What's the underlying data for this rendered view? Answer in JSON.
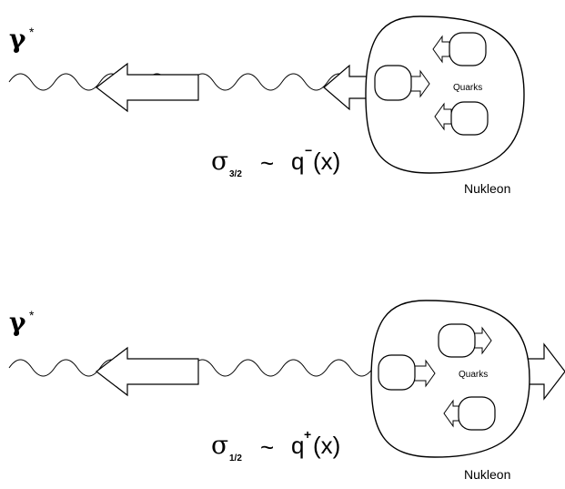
{
  "panels": [
    {
      "photon_symbol": "γ",
      "photon_star": "*",
      "sigma": "σ",
      "sigma_sub": "3/2",
      "tilde": "~",
      "q": "q",
      "q_sup": "−",
      "x_arg": "(x)",
      "quarks_label": "Quarks",
      "nucleon_label": "Nukleon"
    },
    {
      "photon_symbol": "γ",
      "photon_star": "*",
      "sigma": "σ",
      "sigma_sub": "1/2",
      "tilde": "~",
      "q": "q",
      "q_sup": "+",
      "x_arg": "(x)",
      "quarks_label": "Quarks",
      "nucleon_label": "Nukleon"
    }
  ]
}
